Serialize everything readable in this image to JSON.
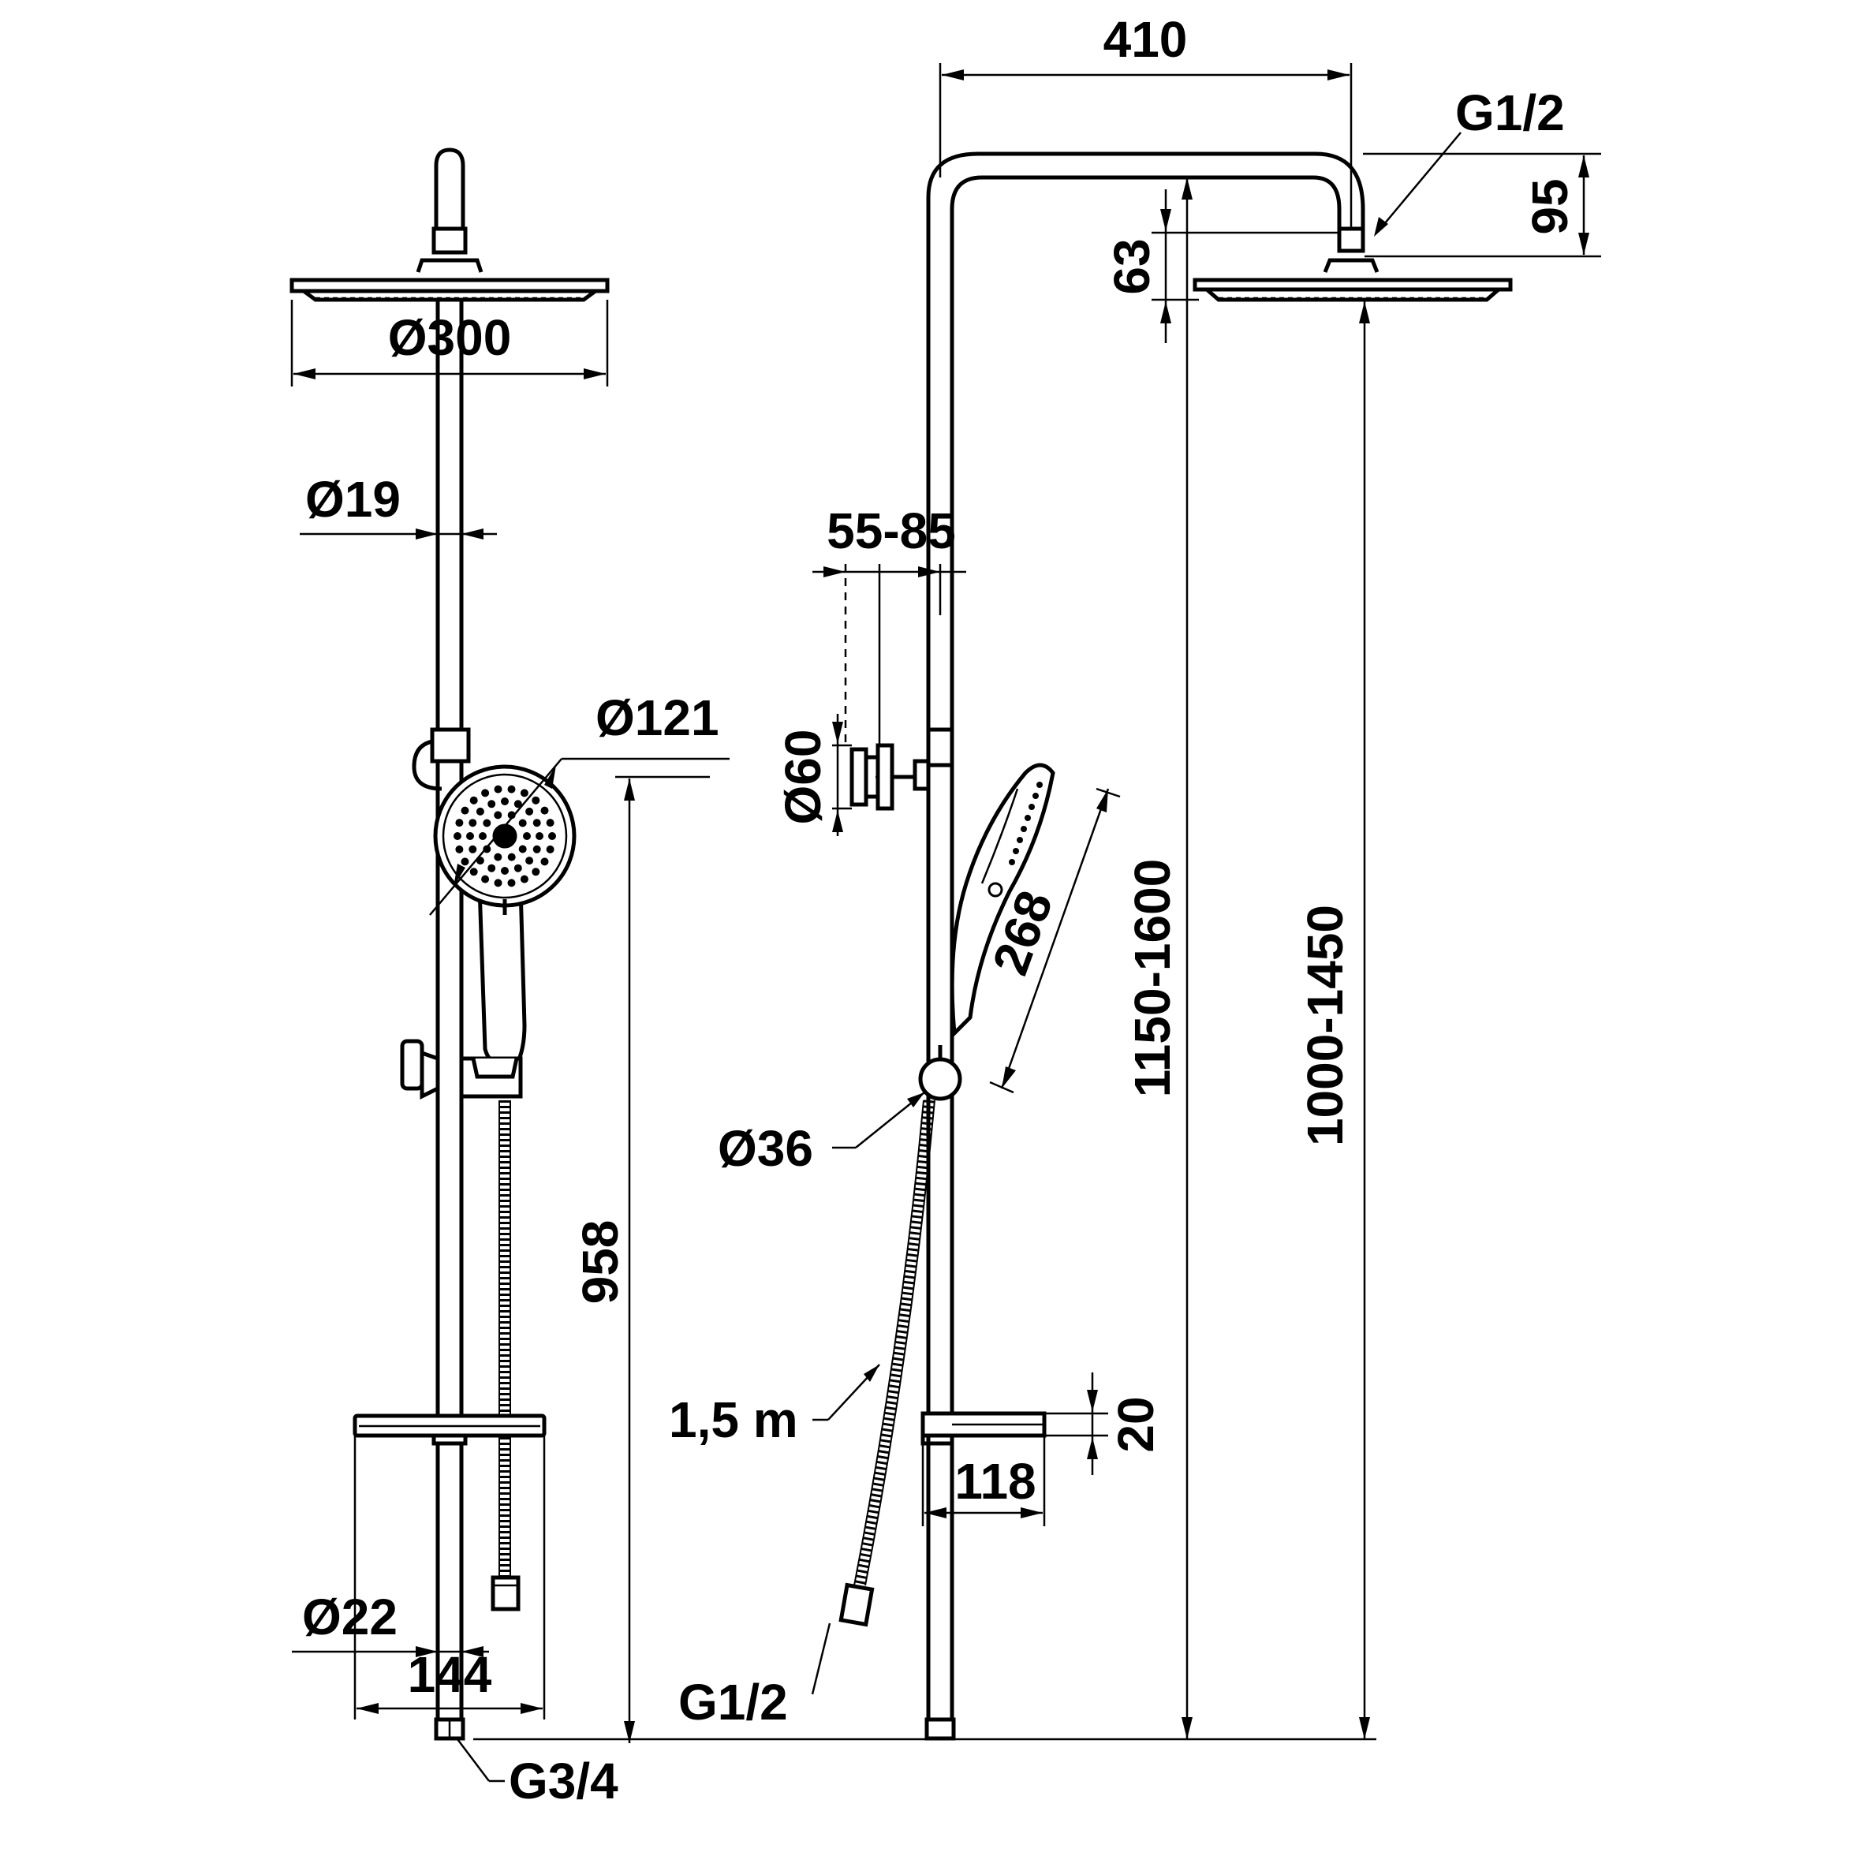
{
  "diagram": {
    "line_color": "#000000",
    "background": "#ffffff",
    "front_view": {
      "labels": {
        "head_diameter": "Ø300",
        "pipe_diameter": "Ø19",
        "hand_shower_diameter": "Ø121",
        "height": "958",
        "lower_pipe_diameter": "Ø22",
        "shelf_width": "144",
        "inlet_thread": "G3/4"
      }
    },
    "side_view": {
      "labels": {
        "arm_reach": "410",
        "head_thread": "G1/2",
        "head_drop": "95",
        "head_height": "63",
        "wall_distance": "55-85",
        "bracket_diameter": "Ø60",
        "hand_shower_length": "268",
        "adjustable_height_total": "1150-1600",
        "adjustable_height_head": "1000-1450",
        "holder_diameter": "Ø36",
        "hose_length": "1,5 m",
        "hose_thread": "G1/2",
        "shelf_height": "20",
        "shelf_depth": "118"
      }
    }
  }
}
